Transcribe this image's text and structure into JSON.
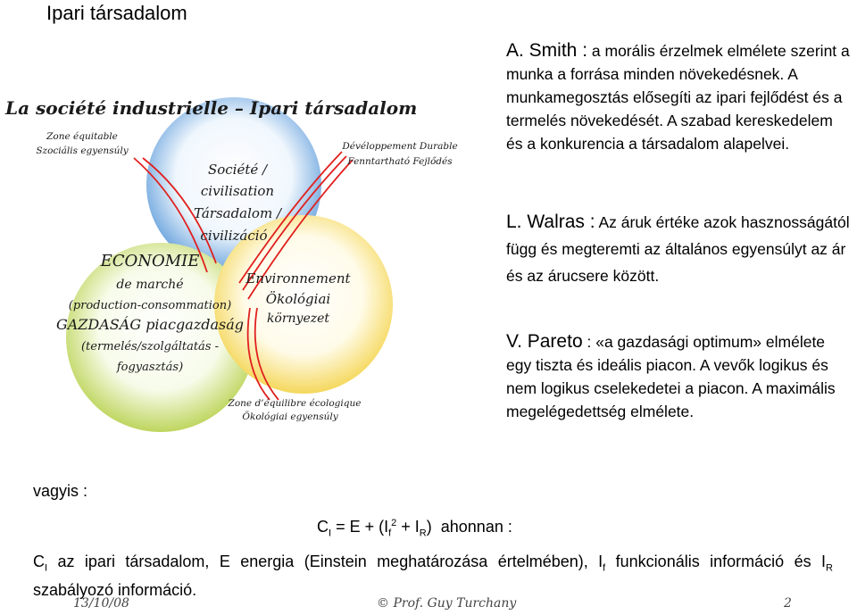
{
  "slide": {
    "title": "Ipari társadalom"
  },
  "venn": {
    "heading": "La société industrielle – Ipari társadalom",
    "zone_equitable": [
      "Zone équitable",
      "Szociális egyensúly"
    ],
    "society": [
      "Société /",
      "civilisation",
      "Társadalom /",
      "civilizáció"
    ],
    "economy": [
      "ECONOMIE",
      "de marché",
      "(production-consommation)",
      "GAZDASÁG piacgazdaság",
      "(termelés/szolgáltatás -",
      "fogyasztás)"
    ],
    "environment": [
      "Environnement",
      "Ökológiai",
      "környezet"
    ],
    "sustainable": [
      "Dévéloppement Durable",
      "Fenntartható Fejlődés"
    ],
    "eco_zone": [
      "Zone d’équilibre écologique",
      "Ökológiai egyensúly"
    ],
    "colors": {
      "society": "#2f7fd1",
      "economy": "#a4c51e",
      "environment": "#f1c81c",
      "arrows": "#e0201e",
      "text": "#1a1a1a"
    }
  },
  "smith": {
    "name": "A. Smith :",
    "text": "a morális érzelmek elmélete szerint a munka a forrása minden növekedésnek. A munkamegosztás elősegíti az ipari fejlődést és a termelés növekedését. A szabad kereskedelem és a konkurencia a társadalom alapelvei."
  },
  "walras": {
    "name": "L. Walras :",
    "text": "Az áruk értéke azok hasznosságától függ és megteremti az általános egyensúlyt az ár és az árucsere között."
  },
  "pareto": {
    "name": "V. Pareto",
    "text": ": «a gazdasági optimum» elmélete egy tiszta és ideális piacon. A vevők logikus és nem logikus cselekedetei a piacon. A maximális megelégedettség elmélete."
  },
  "bottom": {
    "vagyis": "vagyis :",
    "formula": {
      "lhs": "C",
      "lhs_sub": "I",
      "eq": " = E + (I",
      "if_sub": "f",
      "if_sup": "2",
      "plus": " + I",
      "ir_sub": "R",
      "close": ")",
      "tail": "ahonnan :"
    },
    "desc": {
      "c": "C",
      "c_sub": "I",
      "t1": " az ipari társadalom, E energia (Einstein meghatározása értelmében), I",
      "f_sub": "f",
      "t2": " funkcionális információ és I",
      "r_sub": "R",
      "t3": " szabályozó információ."
    }
  },
  "footer": {
    "date": "13/10/08",
    "author": "© Prof. Guy Turchany",
    "page": "2"
  }
}
